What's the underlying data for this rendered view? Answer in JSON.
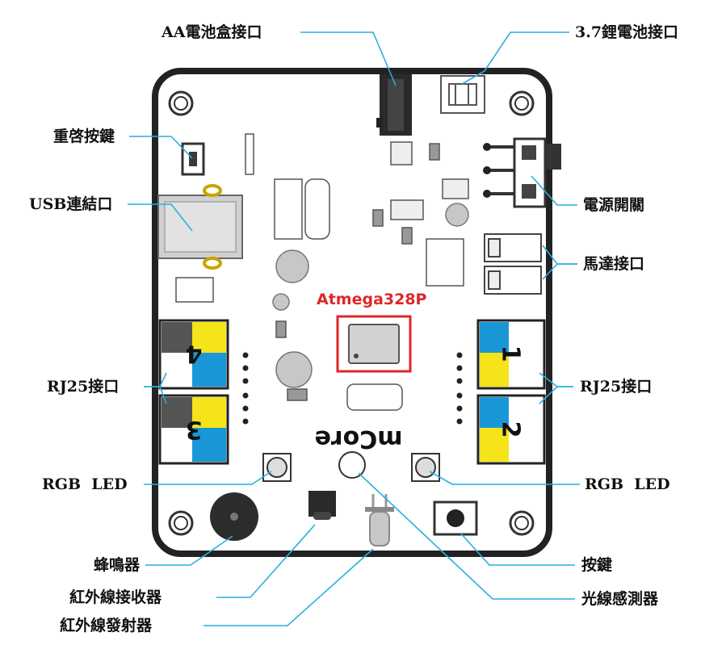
{
  "labels": {
    "aa_battery": "AA電池盒接口",
    "li_battery": "3.7鋰電池接口",
    "reset_button": "重啓按鍵",
    "usb_port": "USB連結口",
    "power_switch": "電源開關",
    "motor_port": "馬達接口",
    "chip": "Atmega328P",
    "rj25_left": "RJ25接口",
    "rj25_right": "RJ25接口",
    "rgb_led_left": "RGB  LED",
    "rgb_led_right": "RGB  LED",
    "buzzer": "蜂鳴器",
    "ir_receiver": "紅外線接收器",
    "ir_emitter": "紅外線發射器",
    "button": "按鍵",
    "light_sensor": "光線感測器"
  },
  "board": {
    "brand": "mCore",
    "port_numbers": [
      "1",
      "2",
      "3",
      "4"
    ]
  },
  "colors": {
    "leader_line": "#29aee0",
    "board_outline": "#222222",
    "port_yellow": "#f5e41a",
    "port_blue": "#1a97d6",
    "port_dark": "#555555",
    "chip_highlight": "#e0262a"
  }
}
